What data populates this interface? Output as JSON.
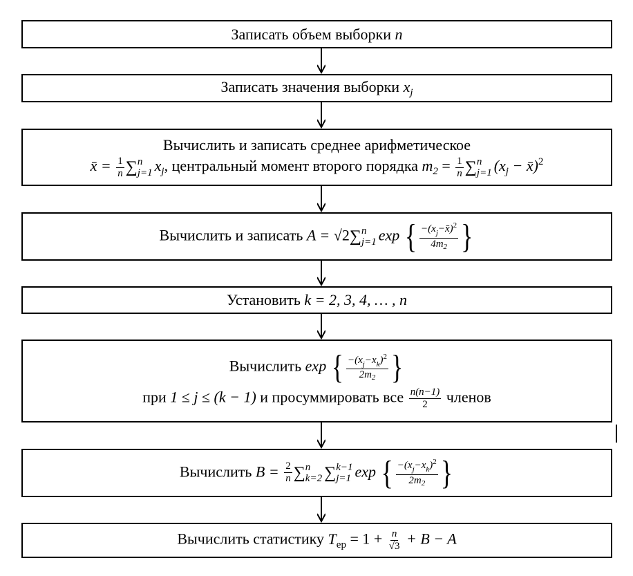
{
  "steps": {
    "s1": {
      "text": "Записать объем выборки",
      "var": "n"
    },
    "s2": {
      "text": "Записать значения выборки",
      "var": "x",
      "sub": "j"
    },
    "s3": {
      "line1": "Вычислить и записать среднее арифметическое",
      "mean_lhs": "x̄ =",
      "frac_num": "1",
      "frac_den": "n",
      "sum_up": "n",
      "sum_low": "j=1",
      "mean_term": "x",
      "mean_term_sub": "j",
      "middle_text": ", центральный момент второго порядка",
      "m2_lhs": "m",
      "m2_sub": "2",
      "eq": "=",
      "m2_term": "(x",
      "m2_term_sub": "j",
      "m2_term_rest": "− x̄)",
      "m2_pow": "2"
    },
    "s4": {
      "text": "Вычислить и записать",
      "lhs": "A =",
      "sqrt": "√2",
      "sum_up": "n",
      "sum_low": "j=1",
      "func": "exp",
      "num": "−(x",
      "num_sub": "j",
      "num_rest": "−x̄)",
      "num_pow": "2",
      "den": "4m",
      "den_sub": "2"
    },
    "s5": {
      "text": "Установить",
      "expr": "k = 2, 3, 4, … , n"
    },
    "s6": {
      "text": "Вычислить",
      "func": "exp",
      "num": "−(x",
      "num_sub1": "j",
      "num_mid": "−x",
      "num_sub2": "k",
      "num_rest": ")",
      "num_pow": "2",
      "den": "2m",
      "den_sub": "2",
      "line2_a": "при",
      "line2_cond": "1 ≤ j ≤ (k − 1)",
      "line2_b": "и просуммировать все",
      "frac_num": "n(n−1)",
      "frac_den": "2",
      "line2_c": "членов"
    },
    "s7": {
      "text": "Вычислить",
      "lhs": "B =",
      "frac_num": "2",
      "frac_den": "n",
      "sum1_up": "n",
      "sum1_low": "k=2",
      "sum2_up": "k−1",
      "sum2_low": "j=1",
      "func": "exp",
      "num": "−(x",
      "num_sub1": "j",
      "num_mid": "−x",
      "num_sub2": "k",
      "num_rest": ")",
      "num_pow": "2",
      "den": "2m",
      "den_sub": "2"
    },
    "s8": {
      "text": "Вычислить статистику",
      "lhs": "T",
      "lhs_sub": "ep",
      "eq": "= 1 +",
      "frac_num": "n",
      "frac_den": "√3",
      "rest": "+ B − A"
    }
  }
}
